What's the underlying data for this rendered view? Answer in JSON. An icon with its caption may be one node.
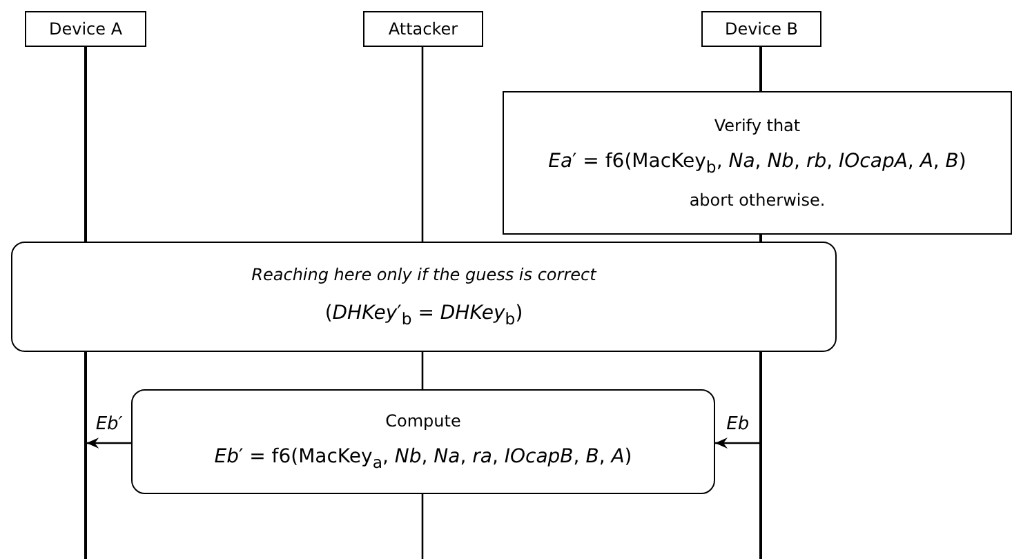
{
  "diagram": {
    "nodes": [
      {
        "text": [
          "Device A"
        ]
      },
      {
        "text": [
          "Attacker"
        ]
      },
      {
        "text": [
          "Device B"
        ]
      },
      {
        "text": [
          "Verify that",
          "*Ea*′ = f6(MacKey$_{b}$, *Na*, *Nb*, *rb*, *IOcapA*, *A*, *B*)",
          "abort otherwise."
        ]
      },
      {
        "text": [
          "Reaching here only if the guess is correct",
          "(*DHKey*′$_{b}$ = *DHKey*$_{b}$)"
        ]
      },
      {
        "text": [
          "Compute",
          "*Eb*′ = f6(MacKey$_{a}$, *Nb*, *Na*, *ra*, *IOcapB*, *B*, *A*)"
        ]
      },
      {
        "text": [],
        "shape": "line"
      },
      {
        "text": [],
        "shape": "line"
      }
    ],
    "edges": [
      {
        "from": 5,
        "to": 6,
        "arrow": "to",
        "label": "Eb′"
      },
      {
        "from": 7,
        "to": 5,
        "arrow": "to",
        "label": "Eb"
      }
    ]
  }
}
